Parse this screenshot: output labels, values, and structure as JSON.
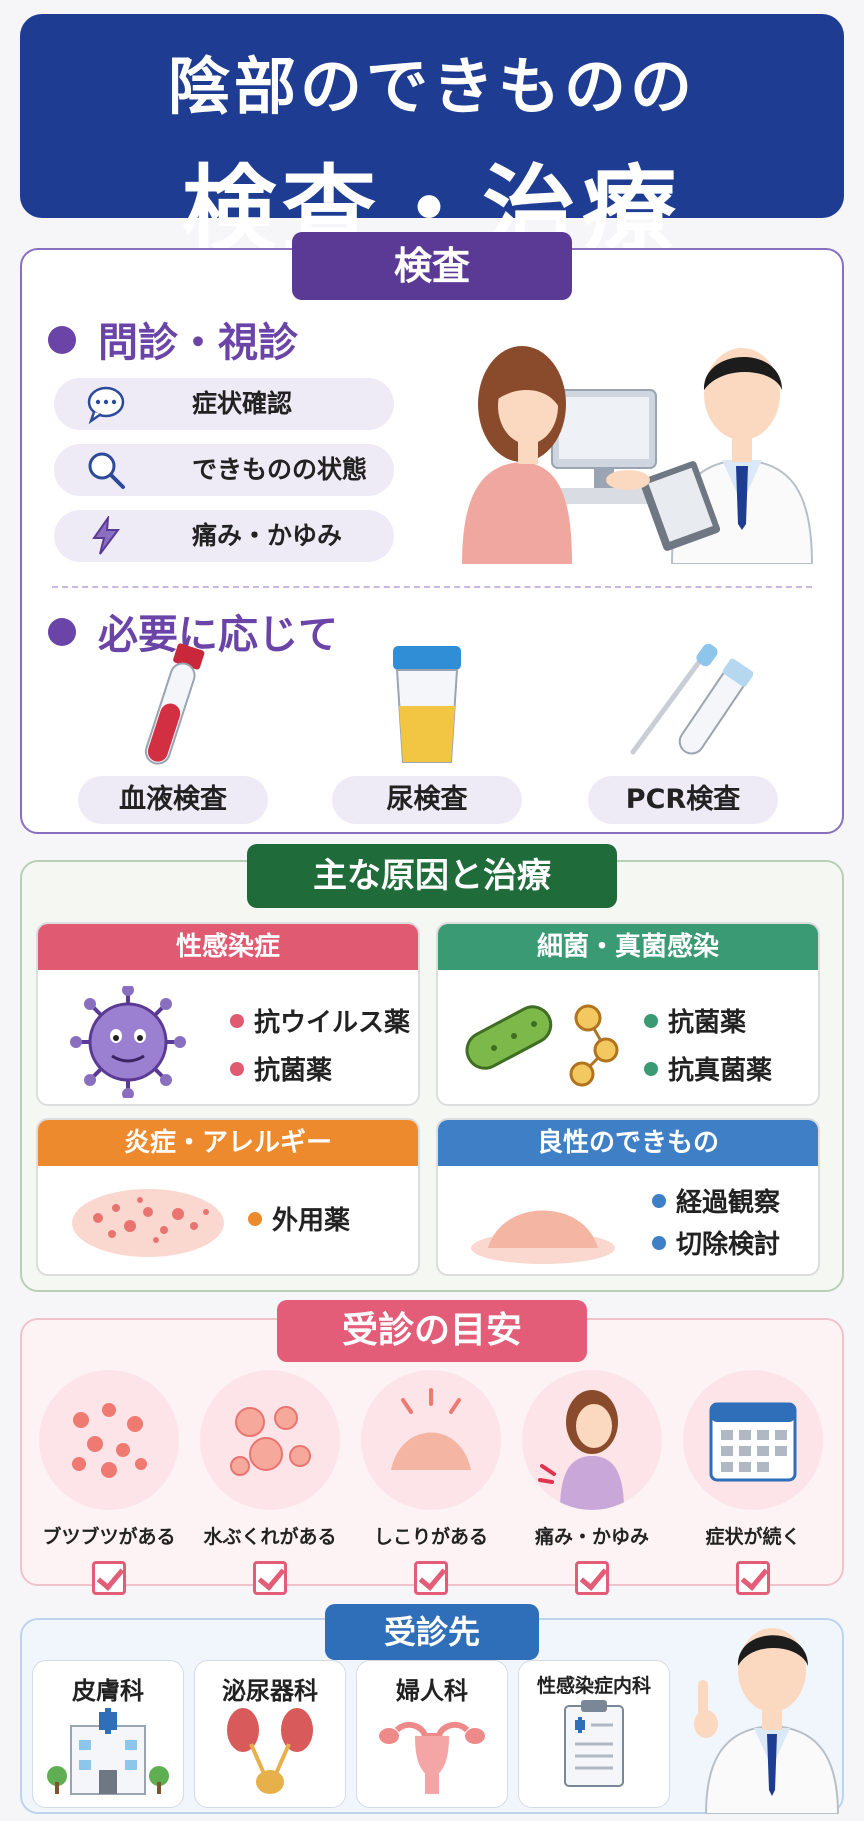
{
  "title": {
    "line1": "陰部のできものの",
    "line2": "検査・治療"
  },
  "exam": {
    "heading": "検査",
    "interview": {
      "heading": "問診・視診",
      "items": [
        {
          "icon": "speech-bubble-icon",
          "label": "症状確認"
        },
        {
          "icon": "magnifier-icon",
          "label": "できものの状態"
        },
        {
          "icon": "lightning-icon",
          "label": "痛み・かゆみ"
        }
      ]
    },
    "as_needed": {
      "heading": "必要に応じて",
      "tests": [
        {
          "icon": "blood-tube-icon",
          "label": "血液検査"
        },
        {
          "icon": "urine-cup-icon",
          "label": "尿検査"
        },
        {
          "icon": "swab-icon",
          "label": "PCR検査"
        }
      ]
    }
  },
  "causes": {
    "heading": "主な原因と治療",
    "cards": [
      {
        "title": "性感染症",
        "color": "#e05a72",
        "treatments": [
          "抗ウイルス薬",
          "抗菌薬"
        ],
        "icon": "virus-icon"
      },
      {
        "title": "細菌・真菌感染",
        "color": "#3a9a73",
        "treatments": [
          "抗菌薬",
          "抗真菌薬"
        ],
        "icon": "bacteria-icon"
      },
      {
        "title": "炎症・アレルギー",
        "color": "#ee8a2e",
        "treatments": [
          "外用薬"
        ],
        "icon": "rash-icon"
      },
      {
        "title": "良性のできもの",
        "color": "#3f7fc6",
        "treatments": [
          "経過観察",
          "切除検討"
        ],
        "icon": "lump-icon"
      }
    ]
  },
  "visit": {
    "heading": "受診の目安",
    "items": [
      {
        "label": "ブツブツがある",
        "icon": "bumps-icon"
      },
      {
        "label": "水ぶくれがある",
        "icon": "blister-icon"
      },
      {
        "label": "しこりがある",
        "icon": "lump-icon"
      },
      {
        "label": "痛み・かゆみ",
        "icon": "pain-woman-icon"
      },
      {
        "label": "症状が続く",
        "icon": "calendar-icon"
      }
    ]
  },
  "departments": {
    "heading": "受診先",
    "items": [
      {
        "label": "皮膚科",
        "icon": "hospital-icon"
      },
      {
        "label": "泌尿器科",
        "icon": "kidney-icon"
      },
      {
        "label": "婦人科",
        "icon": "uterus-icon"
      },
      {
        "label": "性感染症内科",
        "icon": "clipboard-icon"
      }
    ]
  },
  "colors": {
    "navy": "#1e3d92",
    "purple": "#5b3a95",
    "green": "#1f6b3a",
    "pink": "#e35d78",
    "blue": "#2f6eb8"
  }
}
